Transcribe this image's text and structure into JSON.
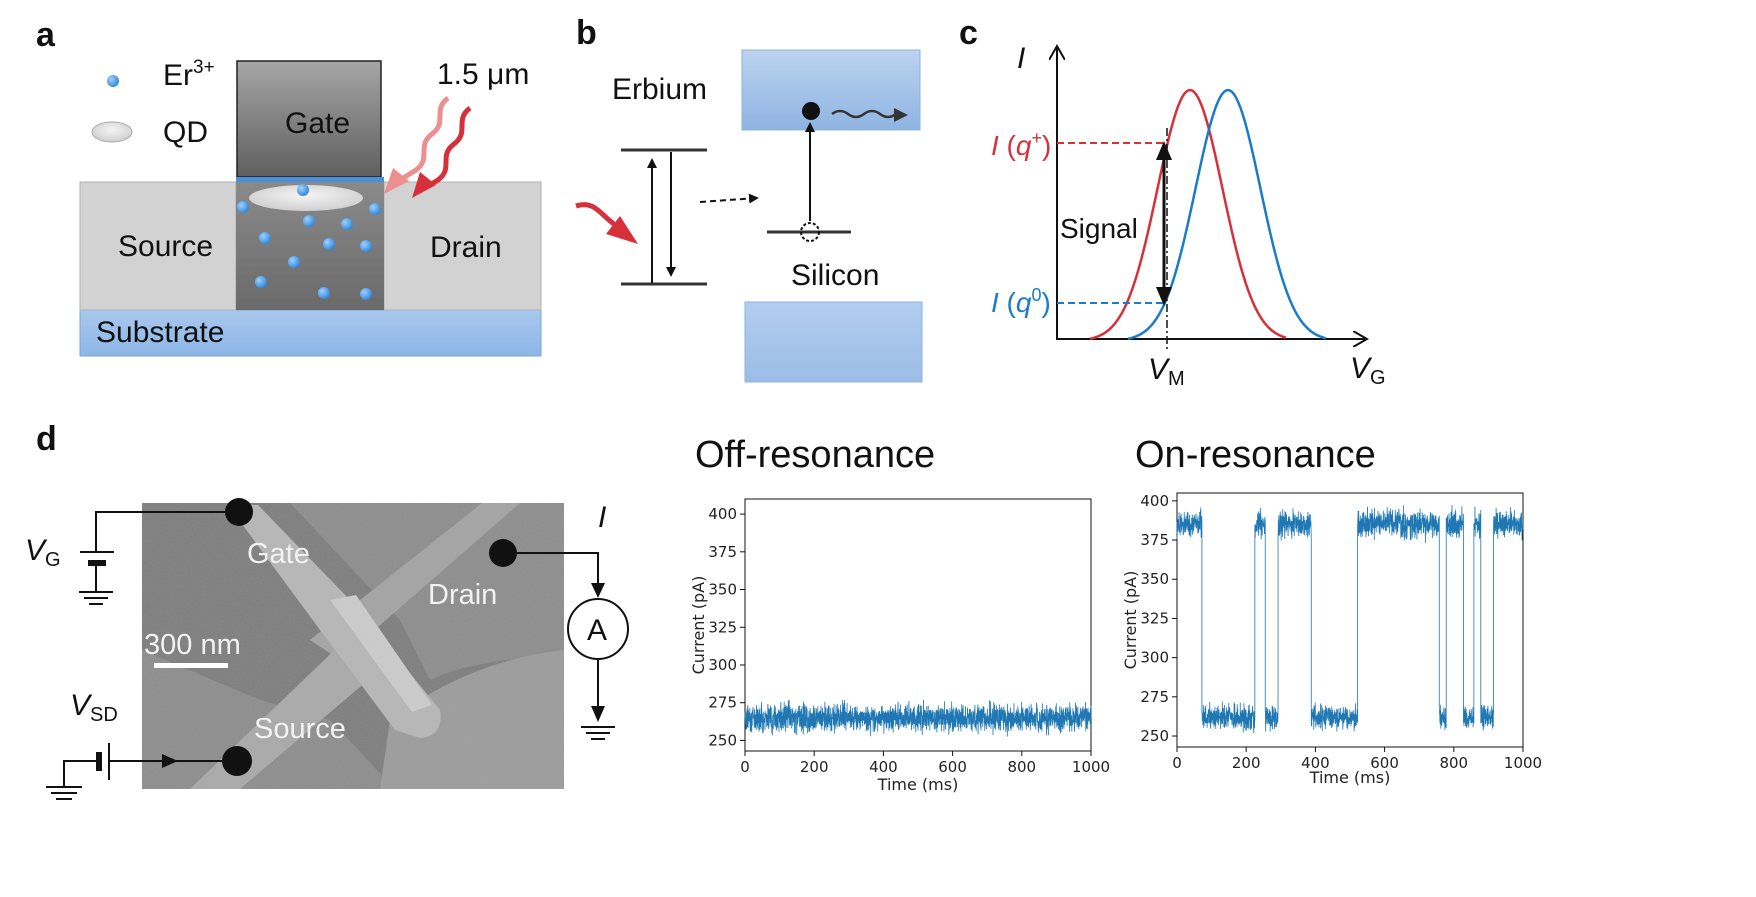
{
  "panel_labels": {
    "a": "a",
    "b": "b",
    "c": "c",
    "d": "d"
  },
  "panel_a": {
    "legend_er": "Er",
    "legend_er_sup": "3+",
    "legend_qd": "QD",
    "gate": "Gate",
    "source": "Source",
    "drain": "Drain",
    "substrate": "Substrate",
    "wavelength": "1.5 μm"
  },
  "panel_b": {
    "erbium": "Erbium",
    "silicon": "Silicon"
  },
  "panel_c": {
    "y_axis": "I",
    "x_axis_main": "V",
    "x_axis_sub": "G",
    "vm_main": "V",
    "vm_sub": "M",
    "iq_plus_main": "I",
    "iq_plus_arg": "q",
    "iq_plus_sup": "+",
    "iq_zero_main": "I",
    "iq_zero_arg": "q",
    "iq_zero_sup": "0",
    "signal": "Signal",
    "colors": {
      "red": "#d6303a",
      "blue": "#1a7cc9"
    }
  },
  "panel_d": {
    "vg_main": "V",
    "vg_sub": "G",
    "vsd_main": "V",
    "vsd_sub": "SD",
    "current_symbol": "I",
    "ammeter": "A",
    "sem_gate": "Gate",
    "sem_drain": "Drain",
    "sem_source": "Source",
    "scale_bar": "300 nm"
  },
  "chart_data": [
    {
      "type": "line",
      "title": "Off-resonance",
      "xlabel": "Time (ms)",
      "ylabel": "Current (pA)",
      "xlim": [
        0,
        1000
      ],
      "ylim": [
        243,
        410
      ],
      "xticks": [
        "0",
        "200",
        "400",
        "600",
        "800",
        "1000"
      ],
      "yticks": [
        "250",
        "275",
        "300",
        "325",
        "350",
        "375",
        "400"
      ],
      "color": "#1f77b4",
      "segments": [
        {
          "x": [
            0,
            1000
          ],
          "y": [
            265,
            265
          ],
          "noise": 8
        }
      ]
    },
    {
      "type": "line",
      "title": "On-resonance",
      "xlabel": "Time (ms)",
      "ylabel": "Current (pA)",
      "xlim": [
        0,
        1000
      ],
      "ylim": [
        243,
        405
      ],
      "xticks": [
        "0",
        "200",
        "400",
        "600",
        "800",
        "1000"
      ],
      "yticks": [
        "250",
        "275",
        "300",
        "325",
        "350",
        "375",
        "400"
      ],
      "color": "#1f77b4",
      "segments": [
        {
          "x": [
            0,
            72
          ],
          "y": [
            385,
            385
          ],
          "noise": 8
        },
        {
          "x": [
            72,
            225
          ],
          "y": [
            262,
            262
          ],
          "noise": 7
        },
        {
          "x": [
            225,
            255
          ],
          "y": [
            385,
            385
          ],
          "noise": 8
        },
        {
          "x": [
            255,
            292
          ],
          "y": [
            262,
            262
          ],
          "noise": 7
        },
        {
          "x": [
            292,
            388
          ],
          "y": [
            385,
            385
          ],
          "noise": 8
        },
        {
          "x": [
            388,
            522
          ],
          "y": [
            262,
            262
          ],
          "noise": 7
        },
        {
          "x": [
            522,
            758
          ],
          "y": [
            385,
            385
          ],
          "noise": 8
        },
        {
          "x": [
            758,
            778
          ],
          "y": [
            262,
            262
          ],
          "noise": 7
        },
        {
          "x": [
            778,
            828
          ],
          "y": [
            385,
            385
          ],
          "noise": 8
        },
        {
          "x": [
            828,
            858
          ],
          "y": [
            262,
            262
          ],
          "noise": 7
        },
        {
          "x": [
            858,
            878
          ],
          "y": [
            385,
            385
          ],
          "noise": 8
        },
        {
          "x": [
            878,
            915
          ],
          "y": [
            262,
            262
          ],
          "noise": 7
        },
        {
          "x": [
            915,
            1000
          ],
          "y": [
            385,
            385
          ],
          "noise": 8
        }
      ]
    }
  ]
}
